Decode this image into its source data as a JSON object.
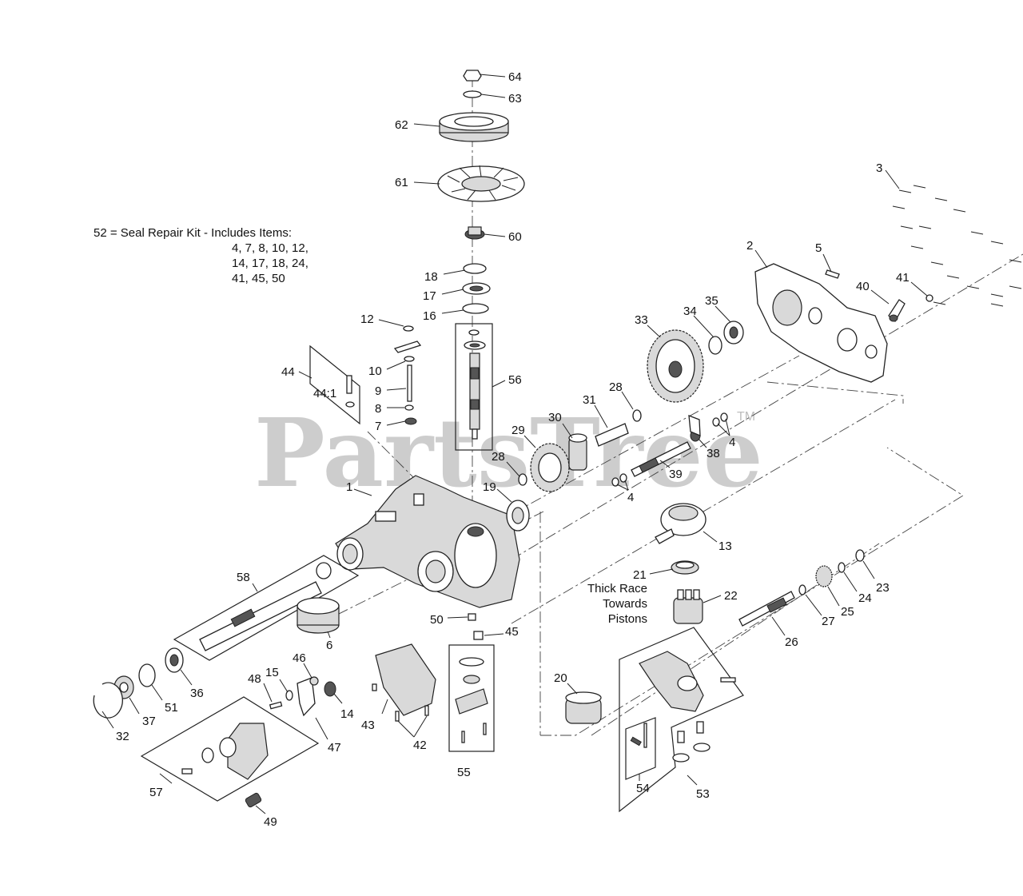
{
  "watermark": {
    "text": "PartsTree",
    "tm": "TM"
  },
  "note": {
    "line1": "52  = Seal Repair Kit - Includes Items:",
    "line2": "4, 7, 8, 10, 12,",
    "line3": "14, 17, 18, 24,",
    "line4": "41, 45, 50"
  },
  "callout": {
    "line1": "Thick Race",
    "line2": "Towards",
    "line3": "Pistons"
  },
  "sublabel_44": "44:1",
  "labels": {
    "l64": "64",
    "l63": "63",
    "l62": "62",
    "l61": "61",
    "l60": "60",
    "l18": "18",
    "l17": "17",
    "l16": "16",
    "l12": "12",
    "l10": "10",
    "l9": "9",
    "l8": "8",
    "l7": "7",
    "l56": "56",
    "l44": "44",
    "l3": "3",
    "l2": "2",
    "l5": "5",
    "l40": "40",
    "l41": "41",
    "l33": "33",
    "l34": "34",
    "l35": "35",
    "l28a": "28",
    "l31": "31",
    "l30": "30",
    "l29": "29",
    "l28b": "28",
    "l19": "19",
    "l1": "1",
    "l38": "38",
    "l4a": "4",
    "l39": "39",
    "l4b": "4",
    "l13": "13",
    "l21": "21",
    "l22": "22",
    "l23": "23",
    "l24": "24",
    "l25": "25",
    "l27": "27",
    "l26": "26",
    "l58": "58",
    "l50": "50",
    "l45": "45",
    "l6": "6",
    "l36": "36",
    "l51": "51",
    "l37": "37",
    "l32": "32",
    "l48": "48",
    "l15": "15",
    "l46": "46",
    "l14": "14",
    "l47": "47",
    "l43": "43",
    "l42": "42",
    "l55": "55",
    "l20": "20",
    "l53": "53",
    "l54": "54",
    "l57": "57",
    "l49": "49"
  }
}
